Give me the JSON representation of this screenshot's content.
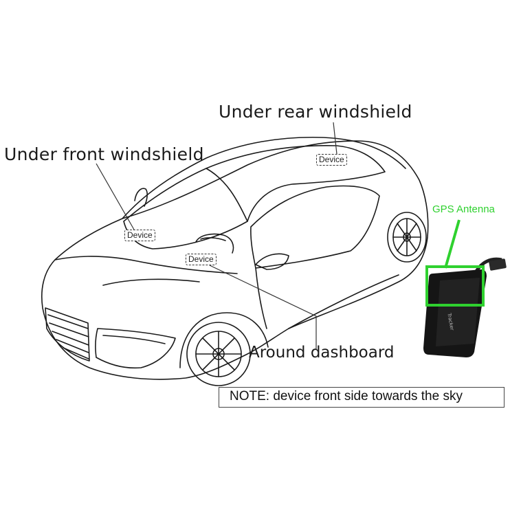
{
  "labels": {
    "rear": "Under rear windshield",
    "front": "Under front windshield",
    "dashboard": "Around dashboard",
    "gps_antenna": "GPS Antenna"
  },
  "device_tags": {
    "rear": "Device",
    "front": "Device",
    "dashboard": "Device"
  },
  "note": "NOTE: device front side towards the sky",
  "colors": {
    "outline": "#1a1a1a",
    "highlight": "#2fd12f",
    "device_body": "#151515"
  }
}
